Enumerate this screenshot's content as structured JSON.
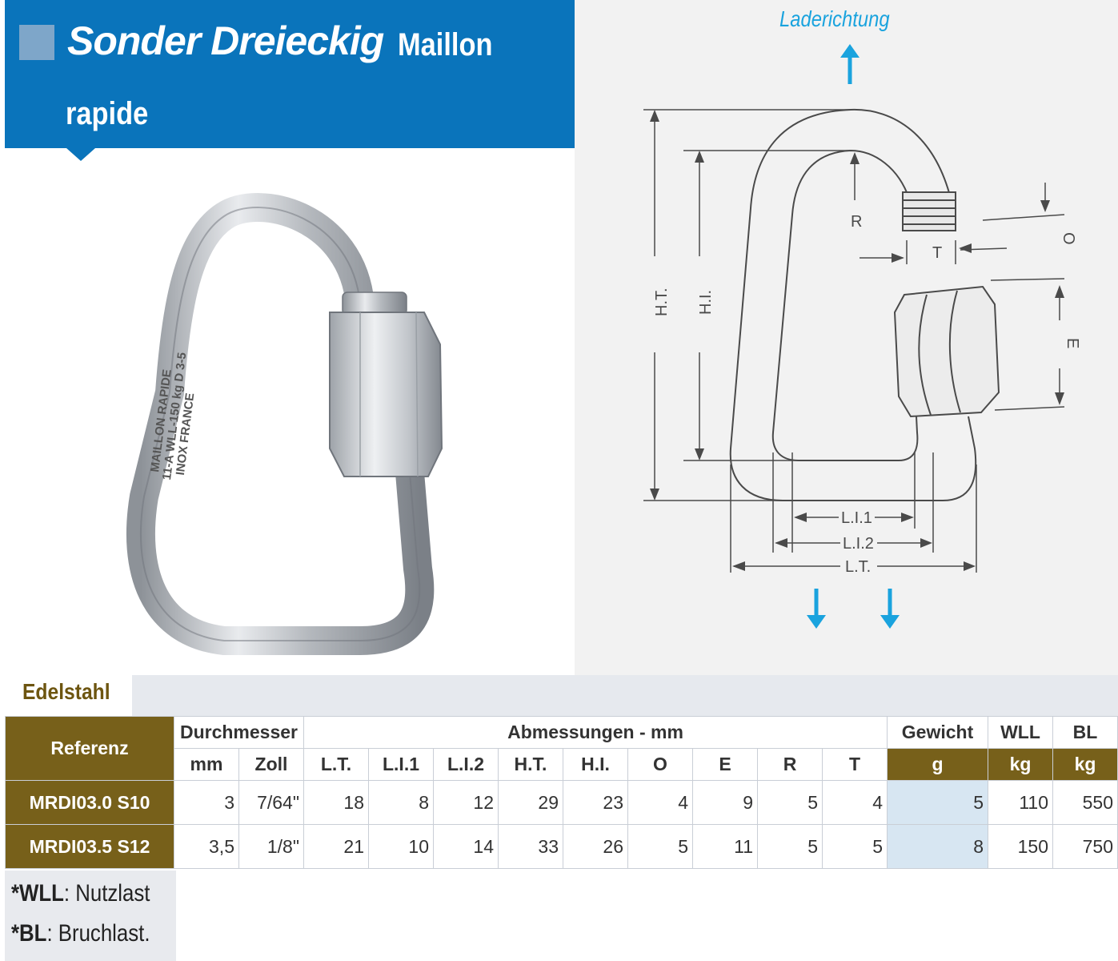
{
  "header": {
    "title_emphasis": "Sonder Dreieckig",
    "title_rest": "Maillon",
    "title_line2": "rapide"
  },
  "photo": {
    "engraving": [
      "MAILLON RAPIDE",
      "11-A WLL-150 kg D 3-5",
      "INOX FRANCE"
    ]
  },
  "diagram": {
    "load_direction_label": "Laderichtung",
    "labels": {
      "ht": "H.T.",
      "hi": "H.I.",
      "r": "R",
      "t": "T",
      "o": "O",
      "e": "E",
      "li1": "L.I.1",
      "li2": "L.I.2",
      "lt": "L.T."
    },
    "arrow_color": "#1aa3de"
  },
  "section_label": "Edelstahl",
  "table": {
    "ref_header": "Referenz",
    "group_headers": {
      "diameter": "Durchmesser",
      "dimensions": "Abmessungen - mm",
      "weight": "Gewicht",
      "wll": "WLL",
      "bl": "BL"
    },
    "sub_headers": [
      "mm",
      "Zoll",
      "L.T.",
      "L.I.1",
      "L.I.2",
      "H.T.",
      "H.I.",
      "O",
      "E",
      "R",
      "T",
      "g",
      "kg",
      "kg"
    ],
    "rows": [
      {
        "ref": "MRDI03.0 S10",
        "cells": [
          "3",
          "7/64\"",
          "18",
          "8",
          "12",
          "29",
          "23",
          "4",
          "9",
          "5",
          "4",
          "5",
          "110",
          "550"
        ]
      },
      {
        "ref": "MRDI03.5 S12",
        "cells": [
          "3,5",
          "1/8\"",
          "21",
          "10",
          "14",
          "33",
          "26",
          "5",
          "11",
          "5",
          "5",
          "8",
          "150",
          "750"
        ]
      }
    ]
  },
  "footnotes": [
    {
      "term": "*WLL",
      "text": ": Nutzlast"
    },
    {
      "term": "*BL",
      "text": ": Bruchlast."
    }
  ],
  "colors": {
    "banner_blue": "#0a74bb",
    "gold": "#77601a",
    "weight_highlight": "#d7e6f2"
  }
}
